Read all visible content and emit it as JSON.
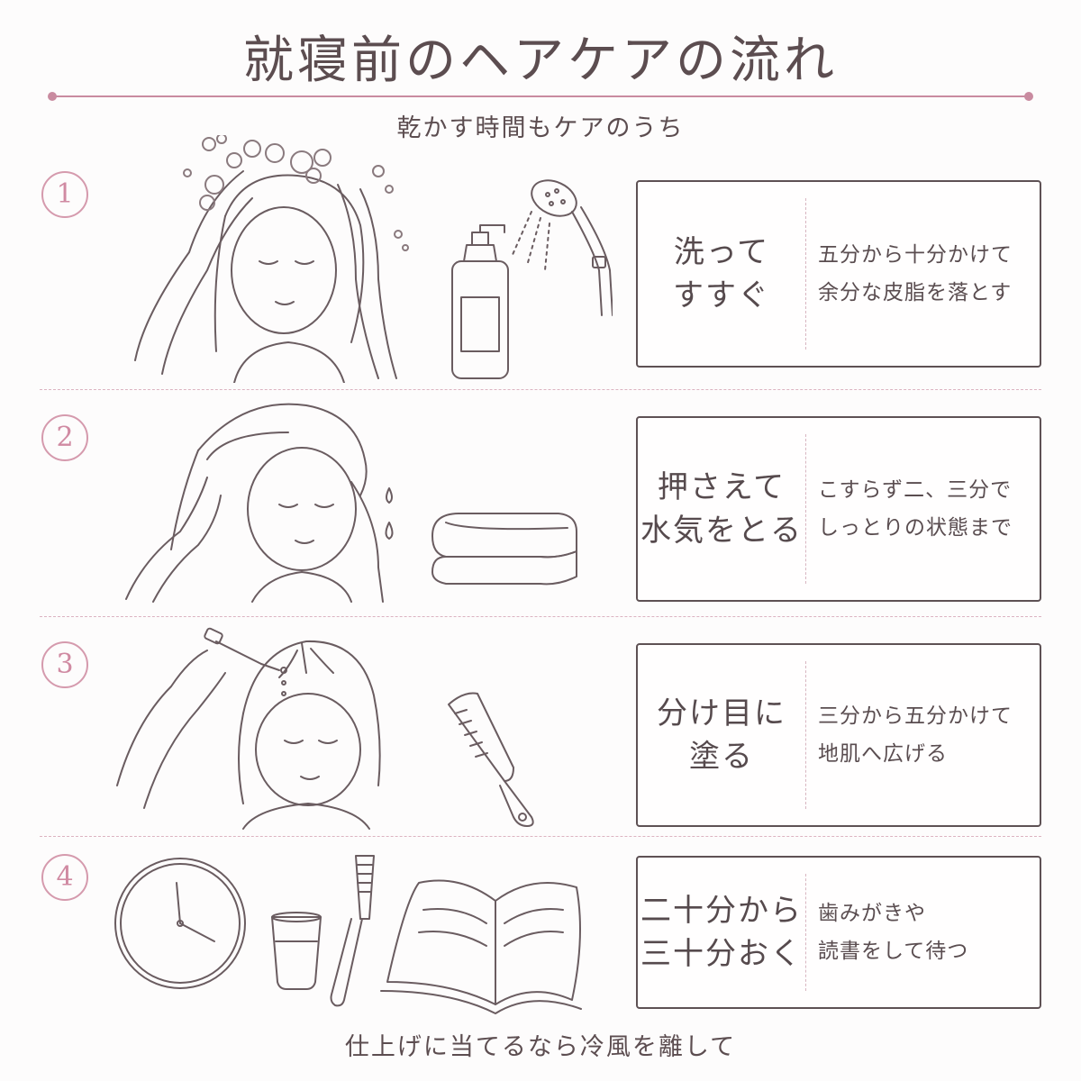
{
  "header": {
    "title": "就寝前のヘアケアの流れ",
    "subtitle": "乾かす時間もケアのうち"
  },
  "steps": [
    {
      "number": "1",
      "main_lines": [
        "洗って",
        "すすぐ"
      ],
      "sub_lines": [
        "五分から十分かけて",
        "余分な皮脂を落とす"
      ],
      "icons": [
        "woman-shampooing-icon",
        "shampoo-bottle-icon",
        "shower-head-icon"
      ]
    },
    {
      "number": "2",
      "main_lines": [
        "押さえて",
        "水気をとる"
      ],
      "sub_lines": [
        "こすらず二、三分で",
        "しっとりの状態まで"
      ],
      "icons": [
        "woman-towel-drying-icon",
        "water-drops-icon",
        "folded-towels-icon"
      ]
    },
    {
      "number": "3",
      "main_lines": [
        "分け目に",
        "塗る"
      ],
      "sub_lines": [
        "三分から五分かけて",
        "地肌へ広げる"
      ],
      "icons": [
        "woman-applying-serum-icon",
        "comb-icon"
      ]
    },
    {
      "number": "4",
      "main_lines": [
        "二十分から",
        "三十分おく"
      ],
      "sub_lines": [
        "歯みがきや",
        "読書をして待つ"
      ],
      "icons": [
        "clock-icon",
        "glass-icon",
        "toothbrush-icon",
        "open-book-icon"
      ]
    }
  ],
  "footer": {
    "note": "仕上げに当てるなら冷風を離して"
  },
  "colors": {
    "accent_pink": "#d08aa2",
    "text_dark": "#5c4d50",
    "line_art": "#6a5c60",
    "background": "#fdfcfc"
  }
}
